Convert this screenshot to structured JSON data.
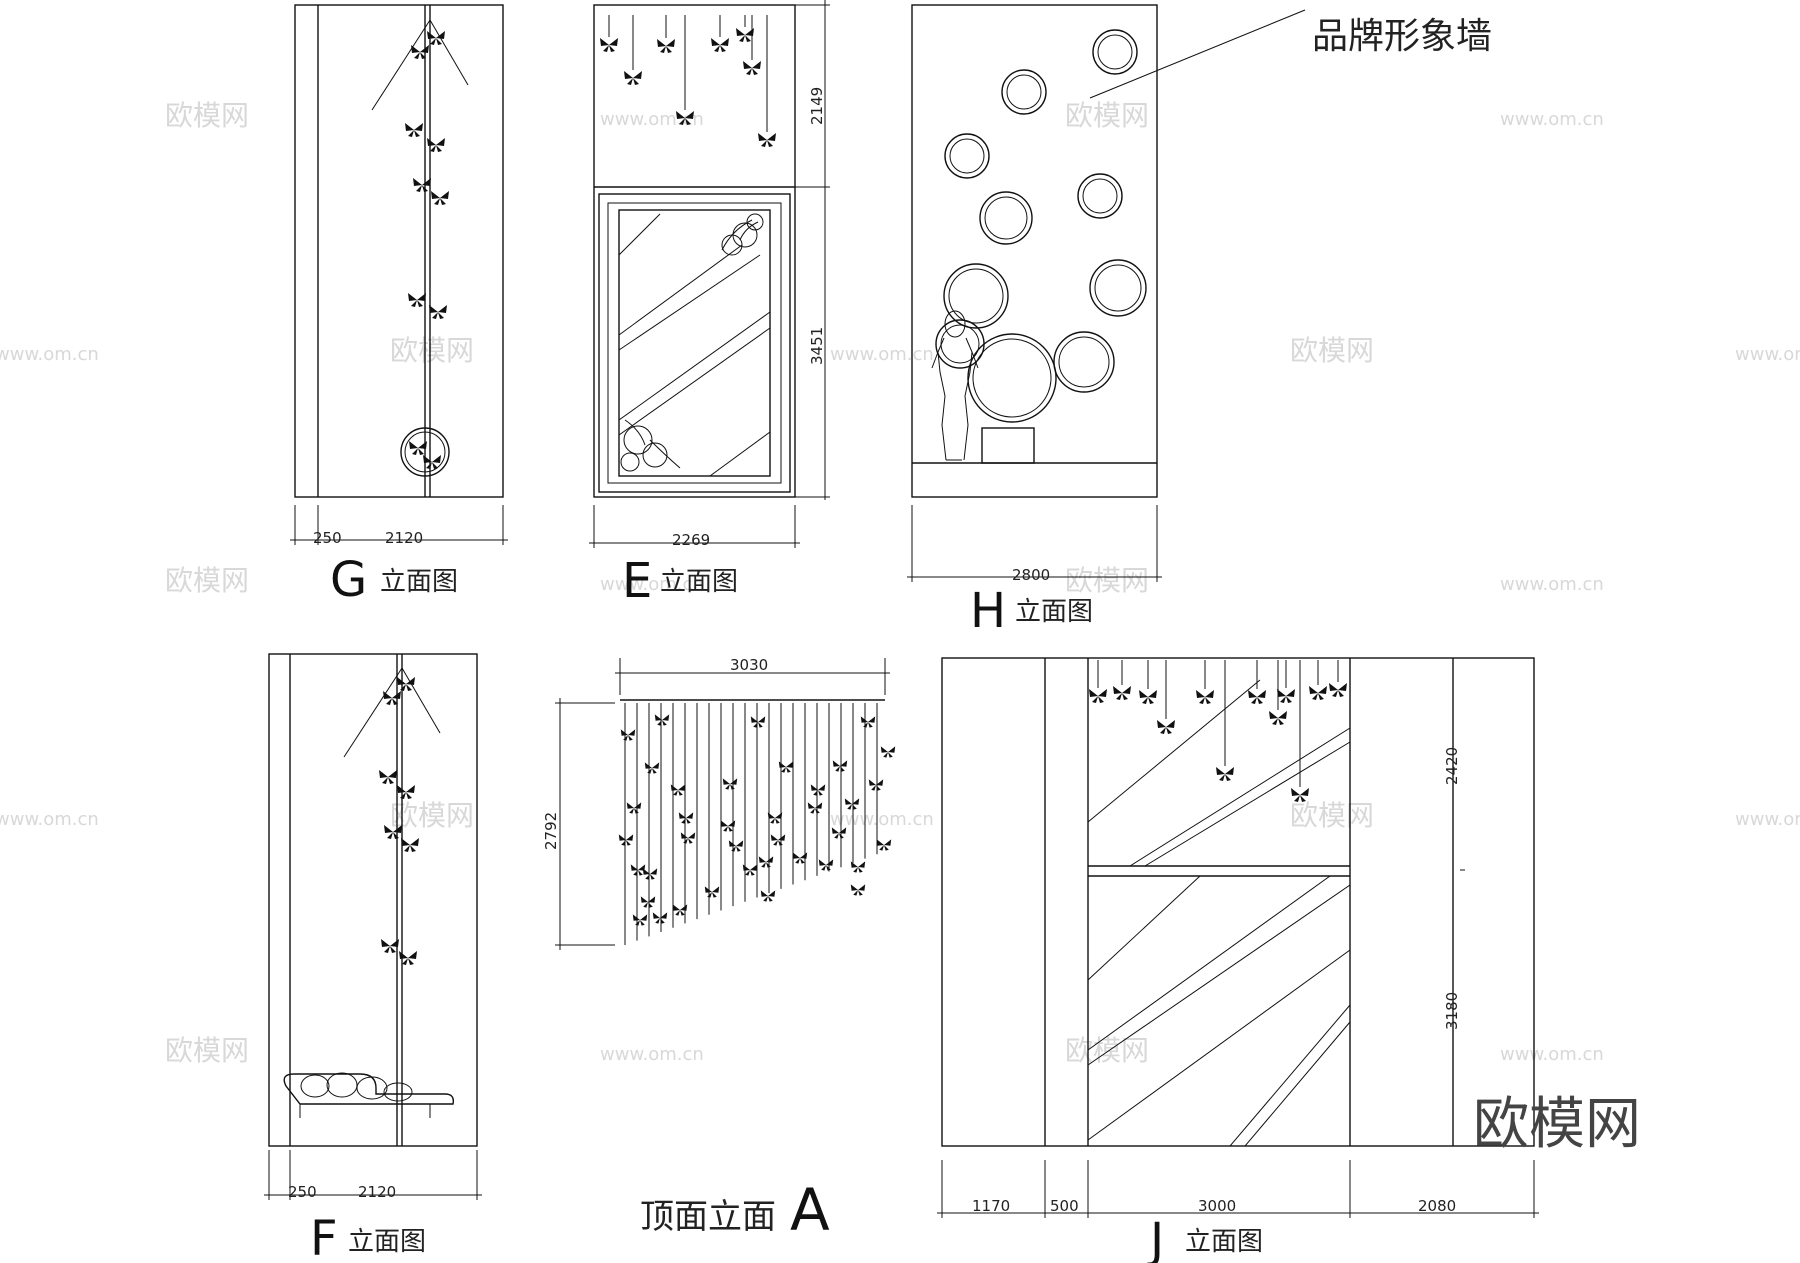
{
  "watermark": {
    "brand": "欧模网",
    "url": "www.om.cn",
    "big_label": "欧模网"
  },
  "annotation": {
    "brand_wall": "品牌形象墙"
  },
  "panels": {
    "G": {
      "letter": "G",
      "caption": "立面图",
      "dims": [
        "250",
        "2120"
      ]
    },
    "E": {
      "letter": "E",
      "caption": "立面图",
      "dims": [
        "2269",
        "2149",
        "3451"
      ]
    },
    "H": {
      "letter": "H",
      "caption": "立面图",
      "dims": [
        "2800"
      ]
    },
    "F": {
      "letter": "F",
      "caption": "立面图",
      "dims": [
        "250",
        "2120"
      ]
    },
    "A": {
      "prefix": "顶面立面",
      "letter": "A",
      "dims": [
        "3030",
        "2792"
      ]
    },
    "J": {
      "letter": "J",
      "caption": "立面图",
      "dims": [
        "1170",
        "500",
        "3000",
        "2080",
        "2420",
        "3180"
      ]
    }
  }
}
